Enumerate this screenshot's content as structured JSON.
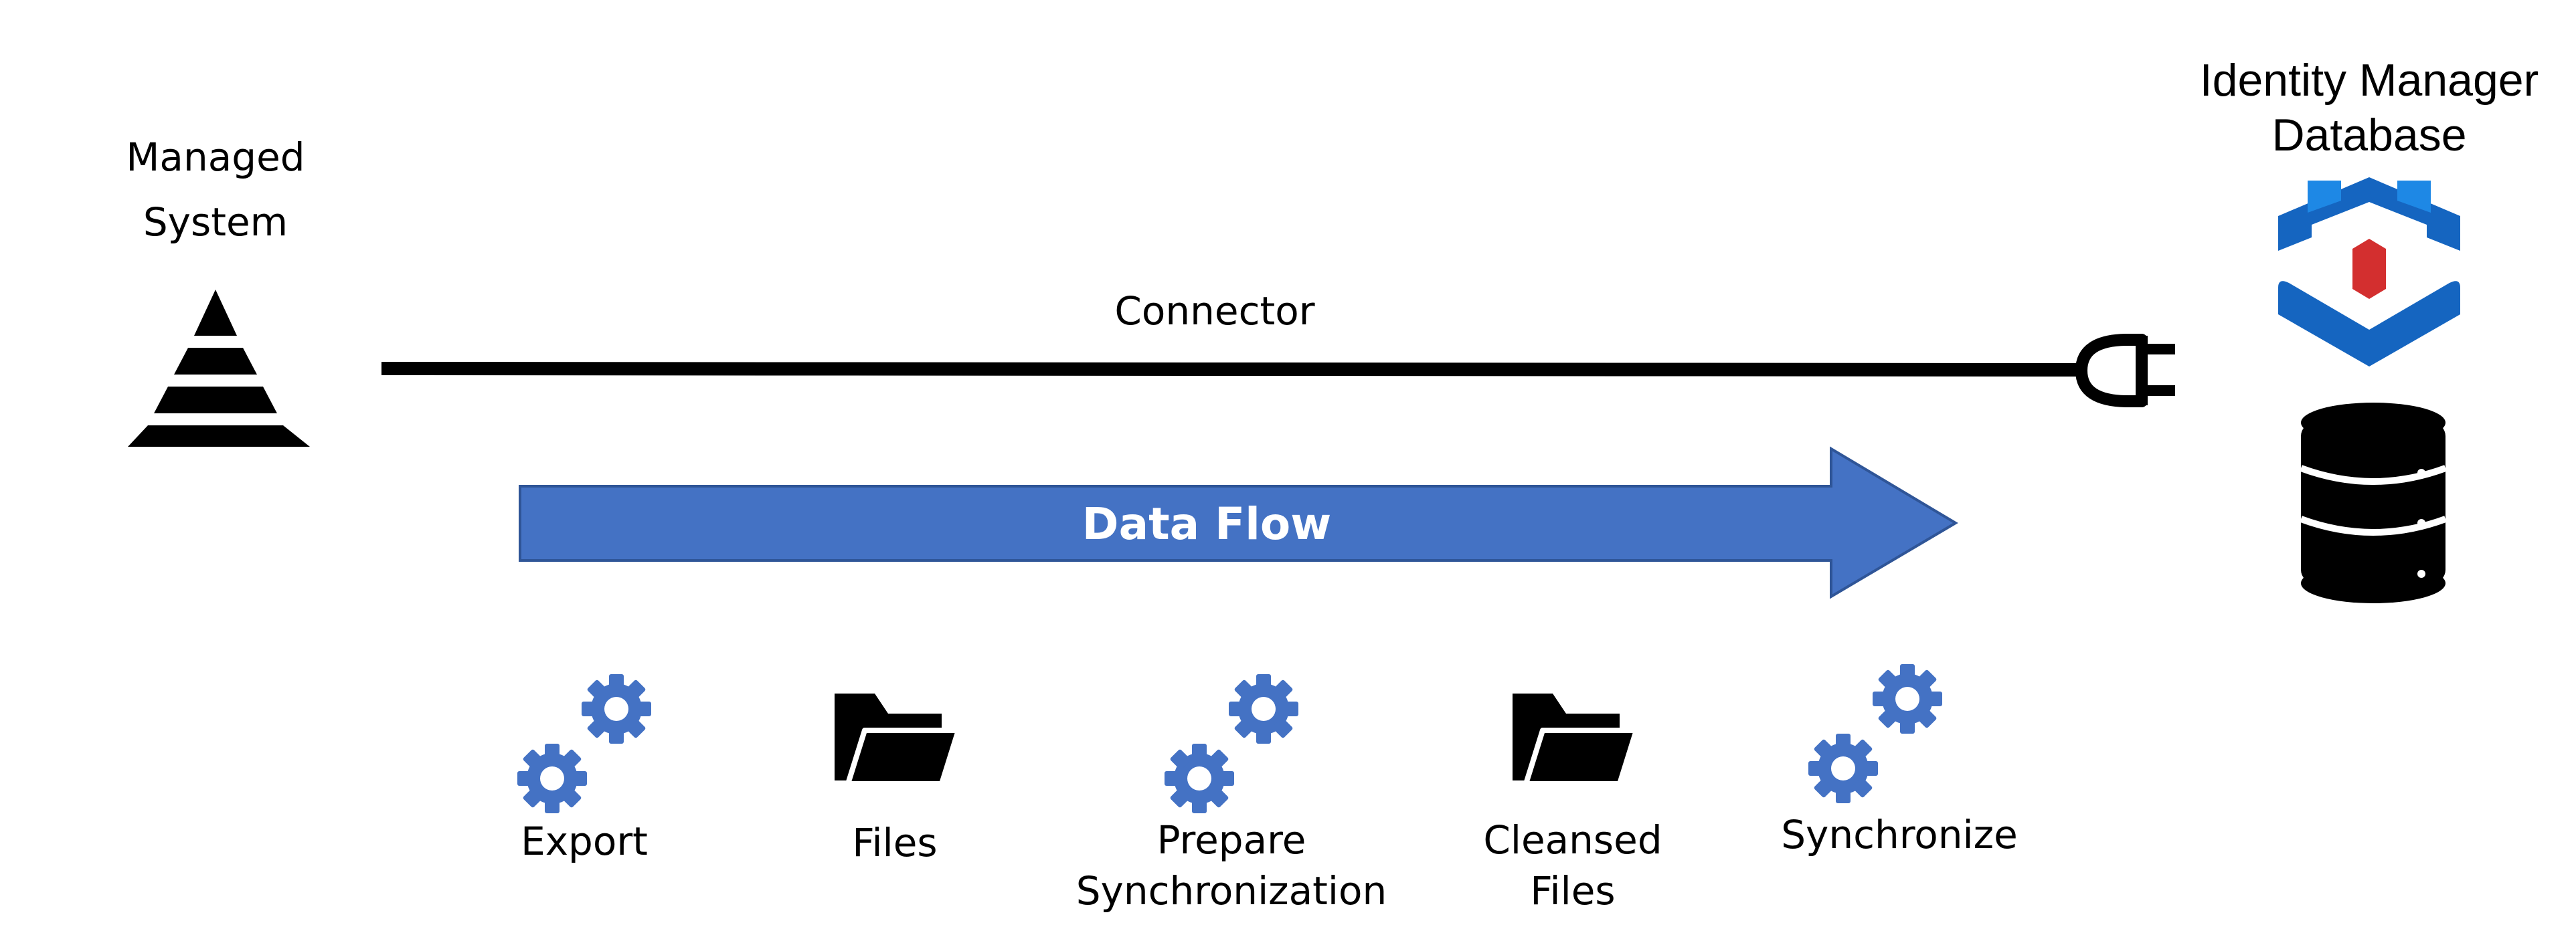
{
  "managed_system": {
    "line1": "Managed",
    "line2": "System",
    "icon": "pyramid-icon"
  },
  "connector": {
    "label": "Connector",
    "icon": "plug-icon"
  },
  "data_flow": {
    "label": "Data Flow",
    "color": "#4472C4"
  },
  "identity_manager": {
    "line1": "Identity Manager",
    "line2": "Database",
    "logo": "identity-manager-logo",
    "db_icon": "database-icon",
    "logo_blue": "#1565C0",
    "logo_red": "#D32F2F"
  },
  "steps": [
    {
      "icon": "gears-icon",
      "line1": "Export",
      "line2": ""
    },
    {
      "icon": "folder-icon",
      "line1": "Files",
      "line2": ""
    },
    {
      "icon": "gears-icon",
      "line1": "Prepare",
      "line2": "Synchronization"
    },
    {
      "icon": "folder-icon",
      "line1": "Cleansed",
      "line2": "Files"
    },
    {
      "icon": "gears-icon",
      "line1": "Synchronize",
      "line2": ""
    }
  ],
  "gear_color": "#4472C4"
}
